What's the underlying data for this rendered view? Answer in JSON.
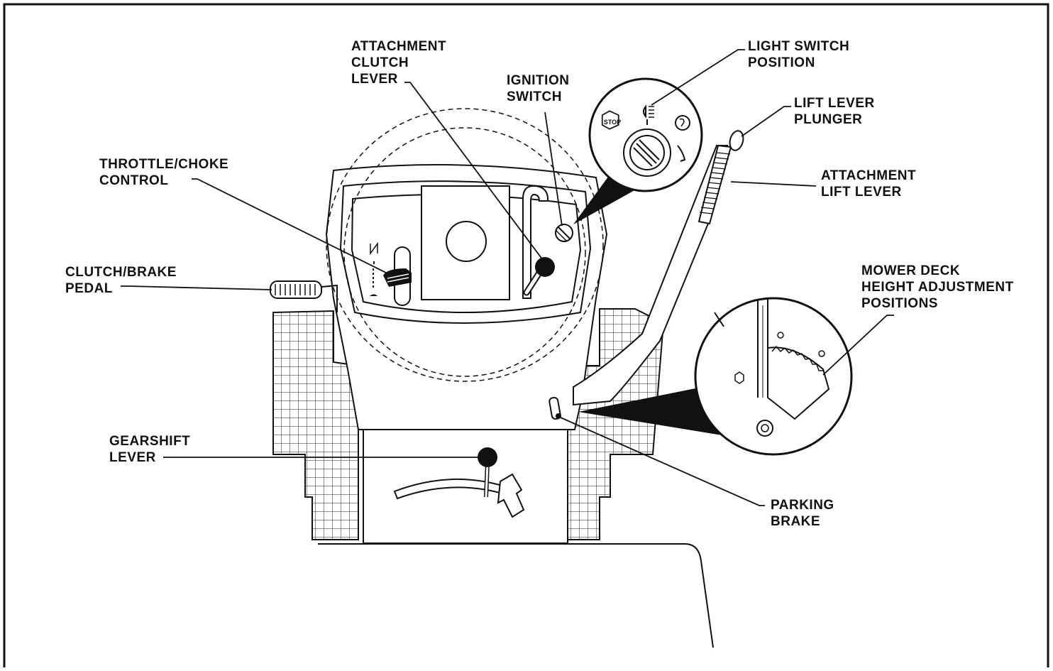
{
  "labels": {
    "attachment_clutch_lever": [
      "ATTACHMENT",
      "CLUTCH",
      "LEVER"
    ],
    "ignition_switch": [
      "IGNITION",
      "SWITCH"
    ],
    "light_switch_position": [
      "LIGHT SWITCH",
      "POSITION"
    ],
    "lift_lever_plunger": [
      "LIFT LEVER",
      "PLUNGER"
    ],
    "attachment_lift_lever": [
      "ATTACHMENT",
      "LIFT LEVER"
    ],
    "throttle_choke_control": [
      "THROTTLE/CHOKE",
      "CONTROL"
    ],
    "clutch_brake_pedal": [
      "CLUTCH/BRAKE",
      "PEDAL"
    ],
    "mower_deck_height": [
      "MOWER DECK",
      "HEIGHT ADJUSTMENT",
      "POSITIONS"
    ],
    "gearshift_lever": [
      "GEARSHIFT",
      "LEVER"
    ],
    "parking_brake": [
      "PARKING",
      "BRAKE"
    ]
  },
  "icons": {
    "stop_text": "STOP"
  }
}
